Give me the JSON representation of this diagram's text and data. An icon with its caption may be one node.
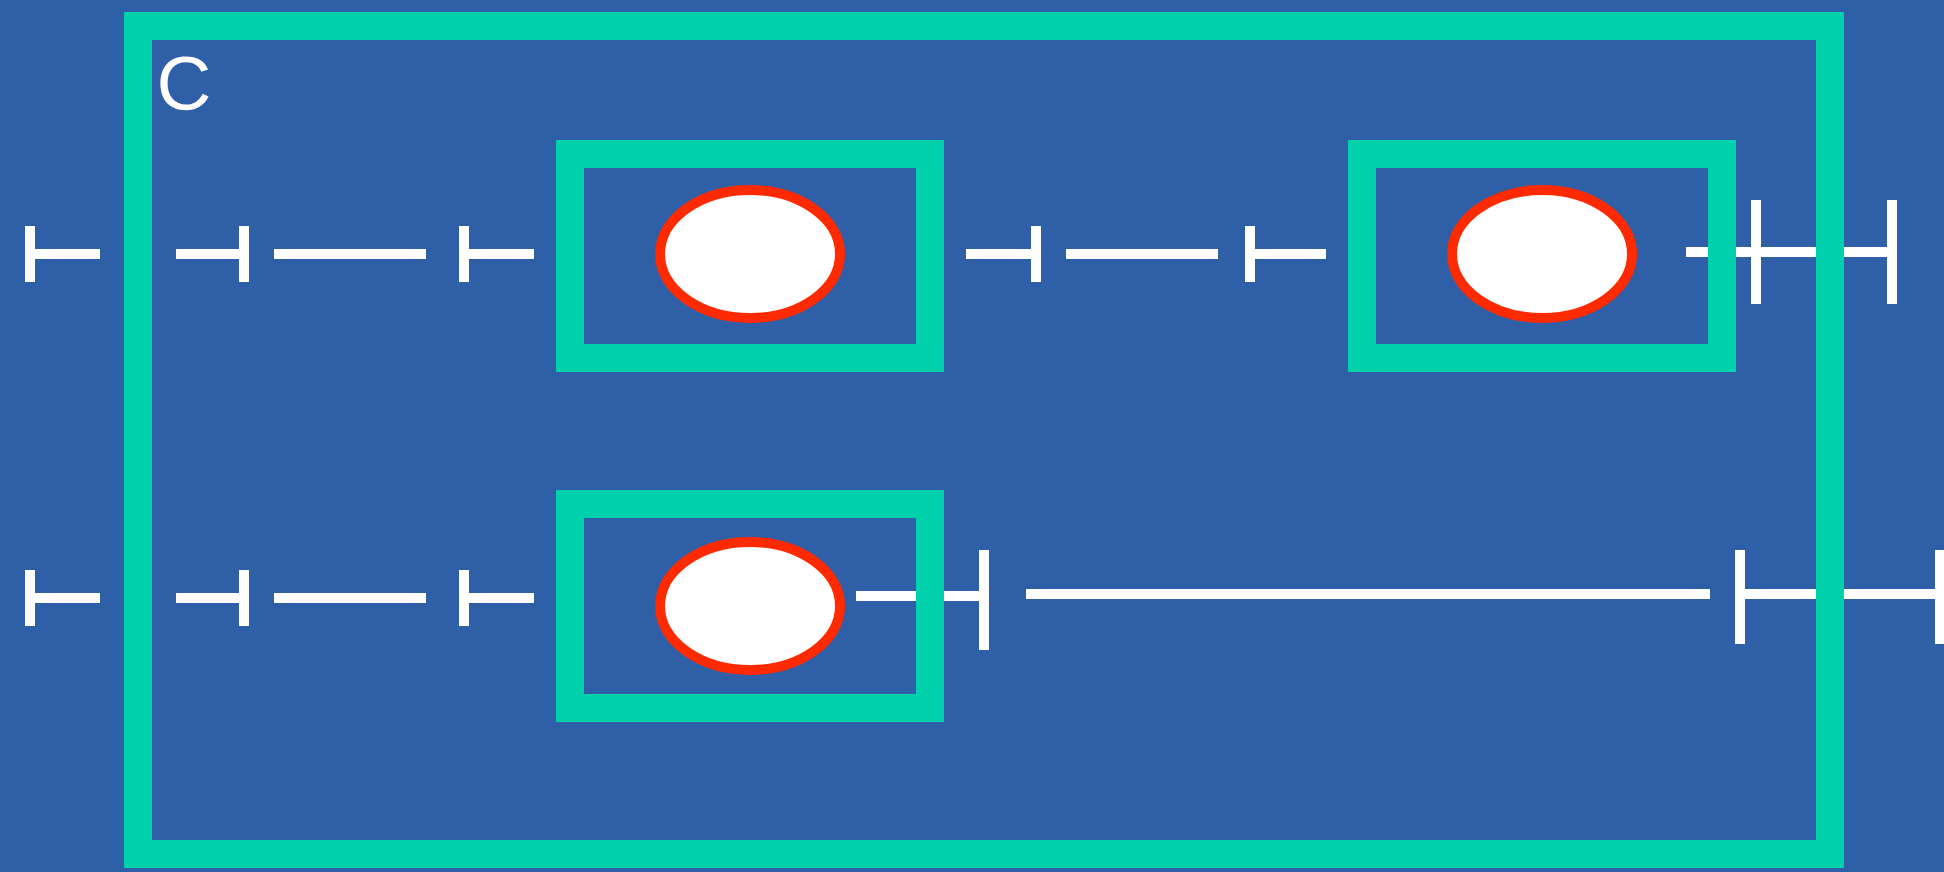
{
  "diagram": {
    "nodes": [
      {
        "text": [
          "C"
        ]
      },
      {
        "text": [],
        "shape": "box",
        "in": 0
      },
      {
        "text": [],
        "shape": "ellipse",
        "in": 1
      },
      {
        "text": [],
        "shape": "box",
        "in": 0
      },
      {
        "text": [],
        "shape": "ellipse",
        "in": 3
      },
      {
        "text": [],
        "shape": "box",
        "in": 0
      },
      {
        "text": [],
        "shape": "ellipse",
        "in": 5
      }
    ]
  }
}
